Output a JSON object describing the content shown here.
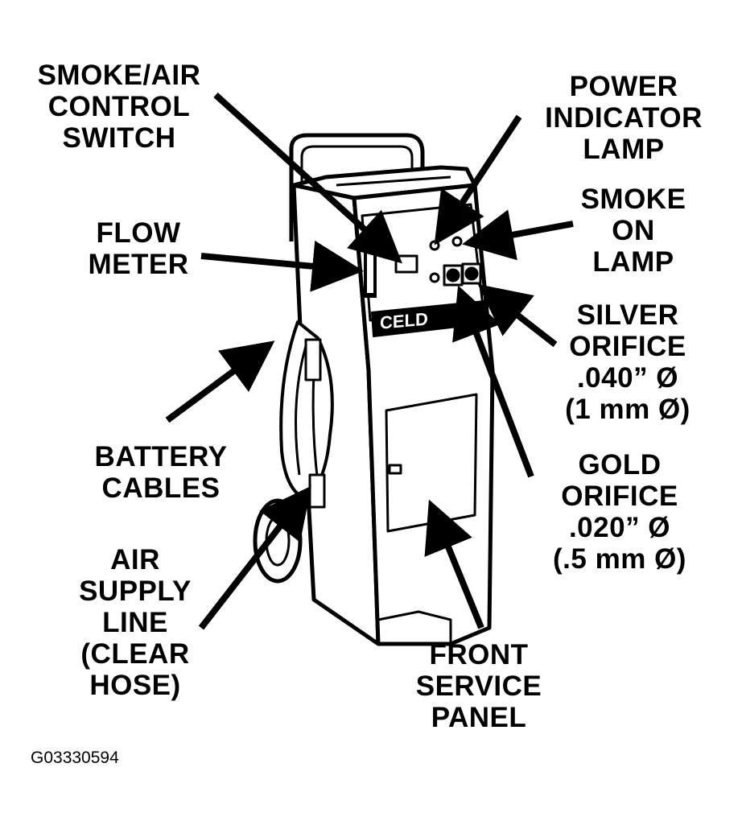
{
  "labels": {
    "smoke_air": [
      "SMOKE/AIR",
      "CONTROL",
      "SWITCH"
    ],
    "power_lamp": [
      "POWER",
      "INDICATOR",
      "LAMP"
    ],
    "smoke_lamp": [
      "SMOKE",
      "ON",
      "LAMP"
    ],
    "flow_meter": [
      "FLOW",
      "METER"
    ],
    "silver": [
      "SILVER",
      "ORIFICE",
      ".040” Ø",
      "(1 mm Ø)"
    ],
    "battery": [
      "BATTERY",
      "CABLES"
    ],
    "gold": [
      "GOLD",
      "ORIFICE",
      ".020” Ø",
      "(.5 mm Ø)"
    ],
    "air_line": [
      "AIR",
      "SUPPLY",
      "LINE",
      "(CLEAR",
      "HOSE)"
    ],
    "front_panel": [
      "FRONT",
      "SERVICE",
      "PANEL"
    ]
  },
  "device_logo": "CELD",
  "figure_id": "G03330594"
}
